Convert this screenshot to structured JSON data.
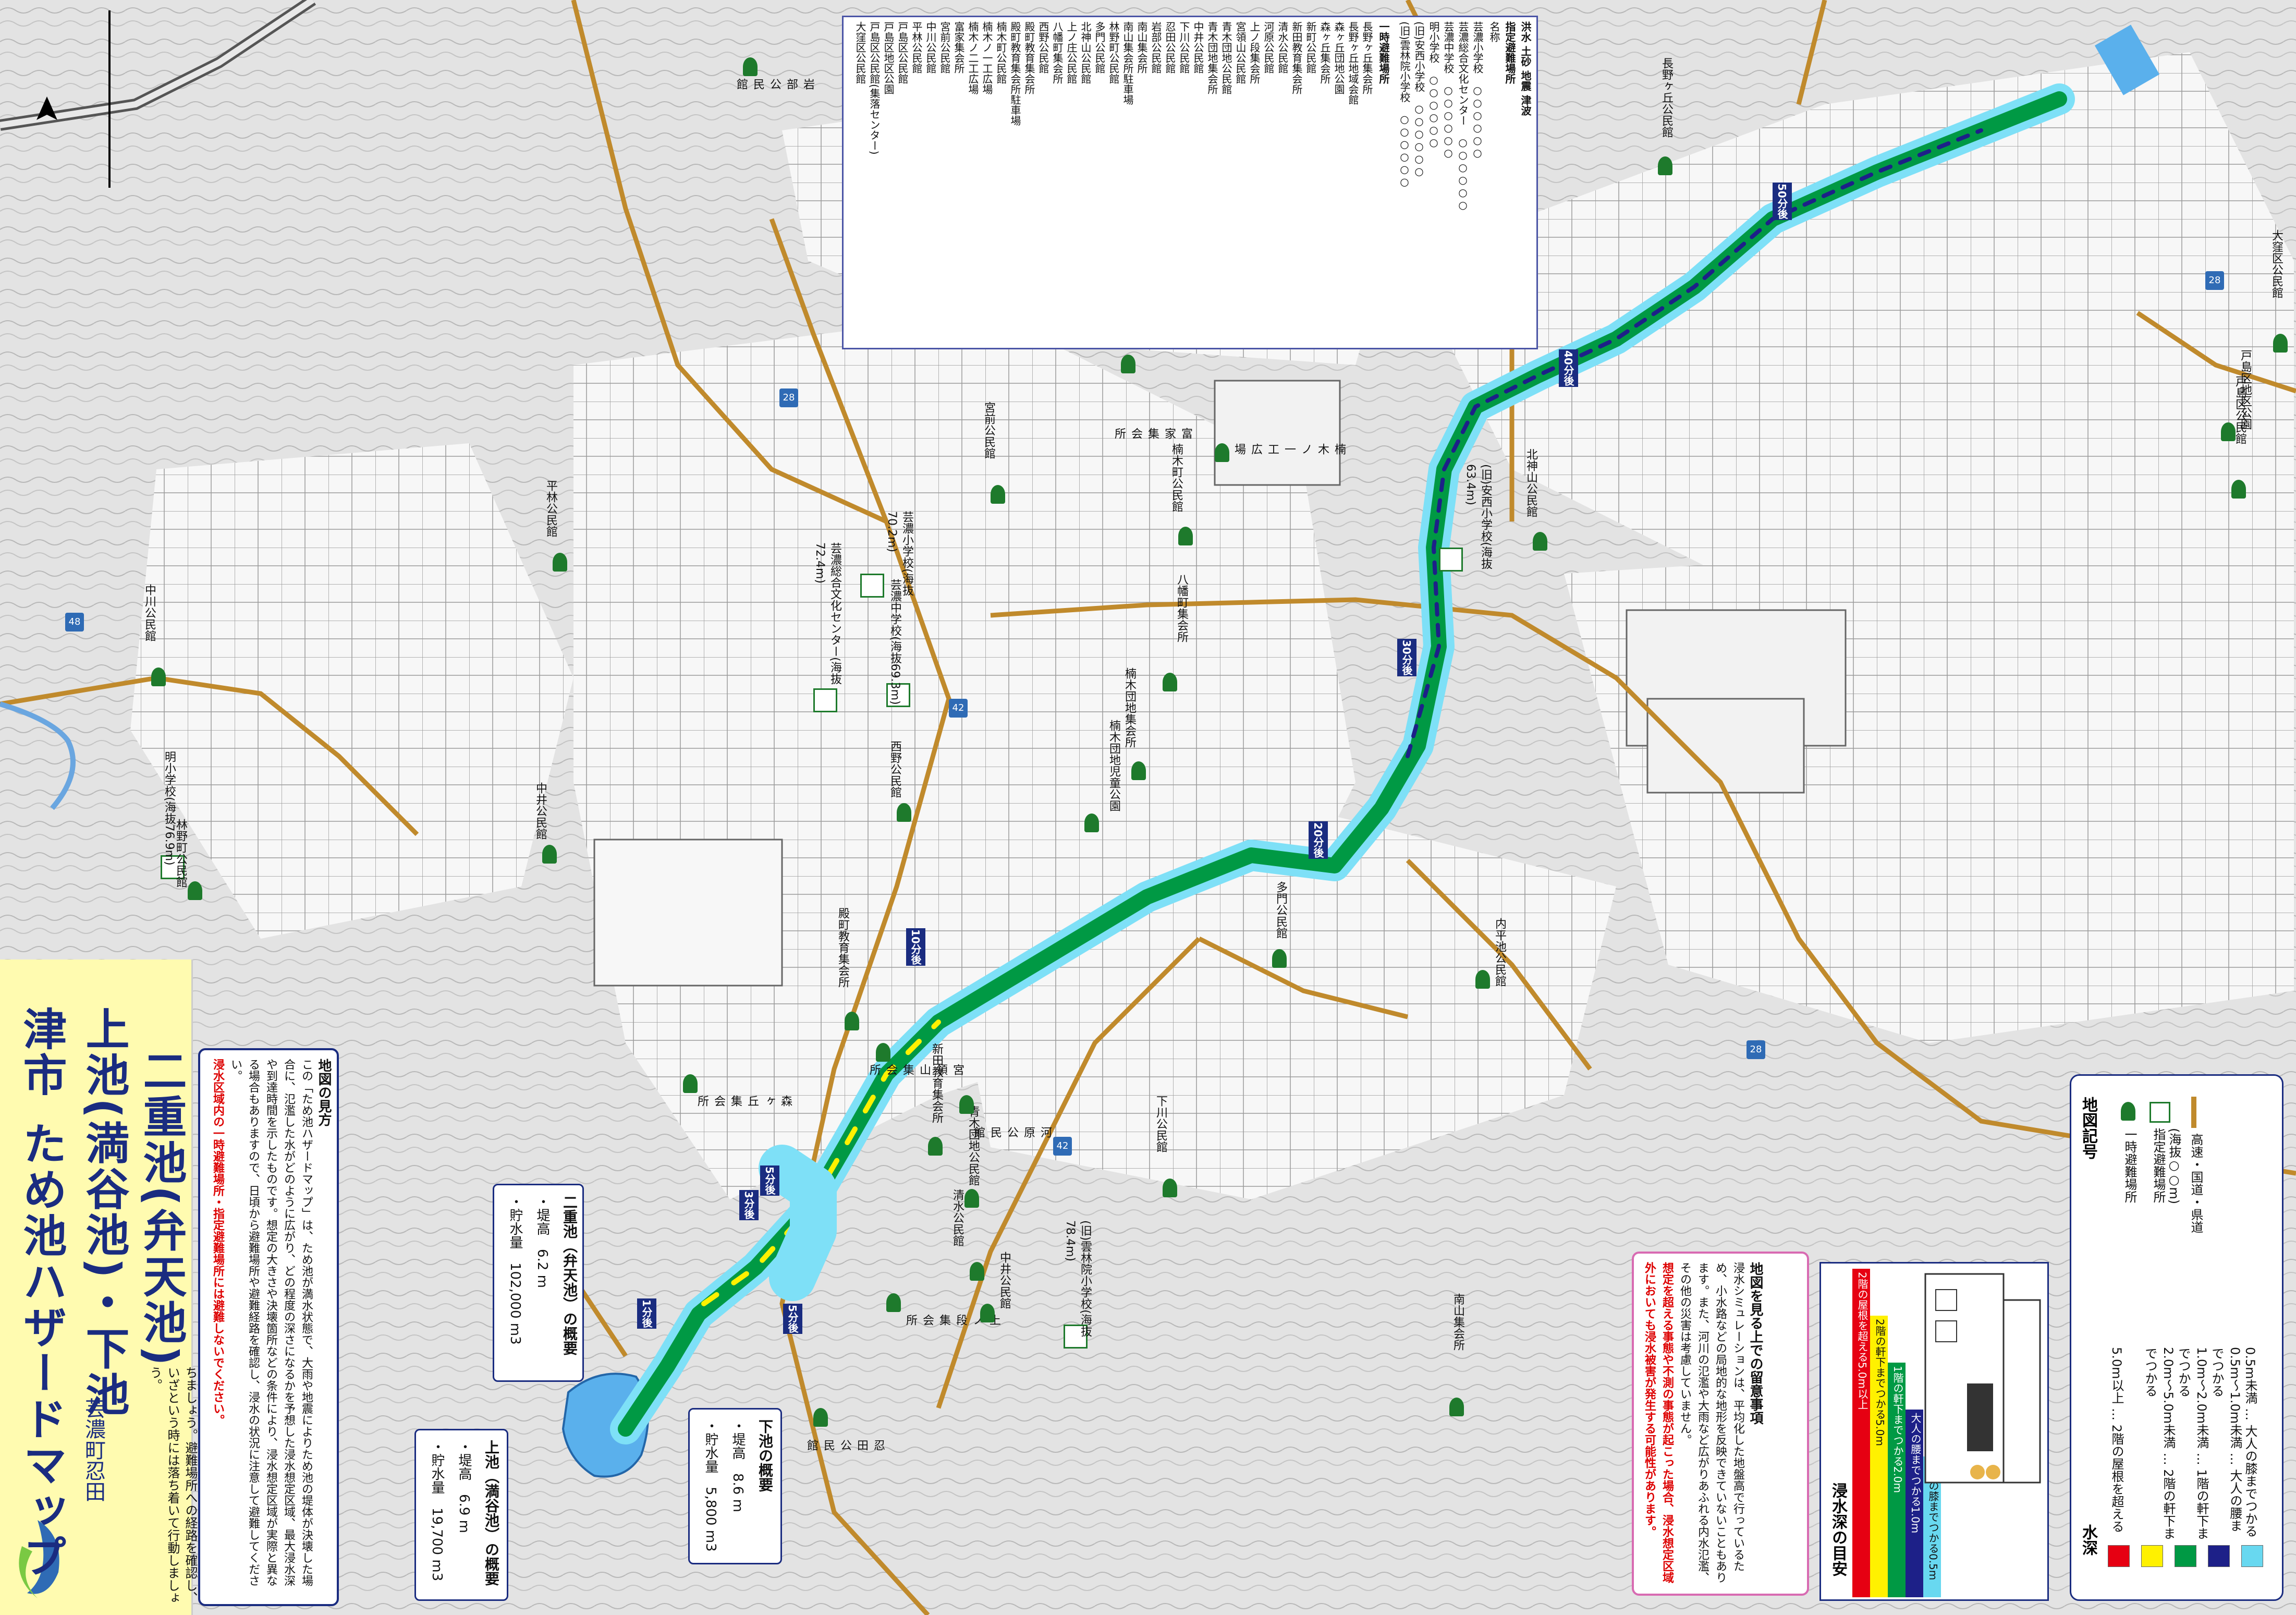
{
  "title": {
    "city": "津市",
    "map_name": "ため池ハザードマップ",
    "ponds_line1": "上池(満谷池)・下池",
    "ponds_line2": "二重池(弁天池)",
    "location": "芸濃町忍田"
  },
  "intro_text": "この「ため池ハザードマップ」を自分のつく場所において、日頃から防災に関心を持ちましょう。避難場所への経路を確認し、いざという時には落ち着いて行動しましょう。",
  "how_to_read": {
    "heading": "地図の見方",
    "body": "この「ため池ハザードマップ」は、ため池が満水状態で、大雨や地震によりため池の堤体が決壊した場合に、氾濫した水がどのように広がり、どの程度の深さになるかを予想した浸水想定区域、最大浸水深や到達時間を示したものです。想定の大きさや決壊箇所などの条件により、浸水想定区域が実際と異なる場合もありますので、日頃から避難場所や避難経路を確認し、浸水の状況に注意して避難してください。",
    "warning": "浸水区域内の一時避難場所・指定避難場所には避難しないでください。"
  },
  "ponds": [
    {
      "name": "上池（満谷池）の概要",
      "height_label": "・堤高",
      "height_value": "6.9 m",
      "volume_label": "・貯水量",
      "volume_value": "19,700 m3"
    },
    {
      "name": "下池の概要",
      "height_label": "・堤高",
      "height_value": "8.6 m",
      "volume_label": "・貯水量",
      "volume_value": "5,800 m3"
    },
    {
      "name": "二重池（弁天池）の概要",
      "height_label": "・堤高",
      "height_value": "6.2 m",
      "volume_label": "・貯水量",
      "volume_value": "102,000 m3"
    }
  ],
  "shelter_list": {
    "header_designated": "指定避難場所",
    "header_temporary": "一時避難場所",
    "col_name": "名称",
    "designated": [
      {
        "name": "芸濃小学校",
        "flags": "○○○○○○"
      },
      {
        "name": "芸濃総合文化センター",
        "flags": "○○○○○○"
      },
      {
        "name": "芸濃中学校",
        "flags": "○○○○○○"
      },
      {
        "name": "明小学校",
        "flags": "○○○○○○"
      },
      {
        "name": "(旧)安西小学校",
        "flags": "○○○○○○"
      },
      {
        "name": "(旧)雲林院小学校",
        "flags": "○○○○○○"
      }
    ],
    "temporary": [
      "長野ヶ丘集会所",
      "長野ヶ丘地域会館",
      "森ヶ丘団地公園",
      "森ヶ丘集会所",
      "新町公民館",
      "新田教育集会所",
      "清水公民館",
      "河原公民館",
      "上ノ段集会所",
      "宮領山公民館",
      "青木団地公民館",
      "青木団地集会所",
      "中井公民館",
      "下川公民館",
      "忍田公民館",
      "岩部公民館",
      "南山集会所",
      "南山集会所駐車場",
      "林野町公民館",
      "多門公民館",
      "北神山公民館",
      "上ノ庄公民館",
      "八幡町集会所",
      "西野公民館",
      "殿町教育集会所",
      "殿町教育集会所駐車場",
      "楠木町公民館",
      "楠木ノ一工広場",
      "楠木ノ二工広場",
      "富家集会所",
      "宮前公民館",
      "中川公民館",
      "平林公民館",
      "戸島区公民館",
      "戸島区地区公園",
      "戸島区公民館(集落センター)",
      "大窪区公民館"
    ],
    "hazard_types": "洪水 土砂 地震 津波"
  },
  "caution": {
    "heading": "地図を見る上での留意事項",
    "body": "浸水シミュレーションは、平均化した地盤高で行っているため、小水路などの局地的な地形を反映できていないこともあります。また、河川の氾濫や大雨など広がりあふれる内水氾濫、その他の災害は考慮していません。",
    "warning": "想定を超える事態や不測の事態が起こった場合、浸水想定区域外においても浸水被害が発生する可能性があります。"
  },
  "depth_guide": {
    "heading": "浸水深の目安",
    "levels": [
      {
        "label": "2階の屋根を超える5.0m以上",
        "color": "#e60012"
      },
      {
        "label": "2階の軒下までつかる5.0m",
        "color": "#fff100"
      },
      {
        "label": "1階の軒下までつかる2.0m",
        "color": "#009944"
      },
      {
        "label": "大人の腰までつかる1.0m",
        "color": "#1d2088"
      },
      {
        "label": "大人の膝までつかる0.5m",
        "color": "#68d8f0"
      }
    ]
  },
  "legend": {
    "heading": "地図記号",
    "temp_shelter": "一時避難場所",
    "designated_shelter": "指定避難場所",
    "designated_sub": "(海抜○○m)",
    "road": "高速・国道・県道",
    "depth_heading": "水深",
    "depth_rows": [
      {
        "range": "5.0m以上",
        "desc": "2階の屋根を超える",
        "color": "#e60012"
      },
      {
        "range": "2.0m～5.0m未満",
        "desc": "2階の軒下までつかる",
        "color": "#fff100"
      },
      {
        "range": "1.0m～2.0m未満",
        "desc": "1階の軒下までつかる",
        "color": "#009944"
      },
      {
        "range": "0.5m～1.0m未満",
        "desc": "大人の腰までつかる",
        "color": "#1d2088"
      },
      {
        "range": "0.5m未満",
        "desc": "大人の膝までつかる",
        "color": "#68d8f0"
      }
    ]
  },
  "time_markers": [
    "1分後",
    "3分後",
    "5分後",
    "5分後",
    "10分後",
    "20分後",
    "30分後",
    "40分後",
    "50分後"
  ],
  "route_numbers": [
    "28",
    "28",
    "42",
    "42",
    "48",
    "28"
  ],
  "designated_map_labels": [
    "芸濃小学校(海抜70.2m)",
    "芸濃総合文化センター(海抜72.4m)",
    "芸濃中学校(海抜69.3m)",
    "明小学校(海抜76.9m)",
    "(旧)安西小学校(海抜63.4m)",
    "(旧)雲林院小学校(海抜78.4m)"
  ],
  "temp_map_labels": [
    "岩部公民館",
    "長野ヶ丘公民館",
    "中井公民館",
    "林野町公民館",
    "中川公民館",
    "平林公民館",
    "宮前公民館",
    "富家集会所",
    "楠木町公民館",
    "楠木ノ一工広場",
    "北神山公民館",
    "八幡町集会所",
    "楠木団地集会所",
    "楠木団地児童公園",
    "殿町教育集会所",
    "多門公民館",
    "青木団地公民館",
    "新田教育集会所",
    "南山集会所",
    "忍田公民館",
    "上ノ段集会所",
    "戸島区公民館",
    "大窪区公民館",
    "内平池公民館",
    "戸島区地区公園",
    "中井公民館",
    "下川公民館",
    "森ヶ丘集会所",
    "河原公民館",
    "清水公民館",
    "宮領山集会所",
    "西野公民館"
  ],
  "colors": {
    "title": "#1a2c80",
    "title_bg": "#fffbb0",
    "river": "#68d8f0",
    "road": "#c08a2c",
    "shelter_icon": "#1e7a2c",
    "caution_border": "#d86bb2"
  },
  "icons": [
    "north-arrow-icon",
    "shelter-person-icon",
    "designated-shelter-icon",
    "road-line-icon",
    "house-icon"
  ]
}
